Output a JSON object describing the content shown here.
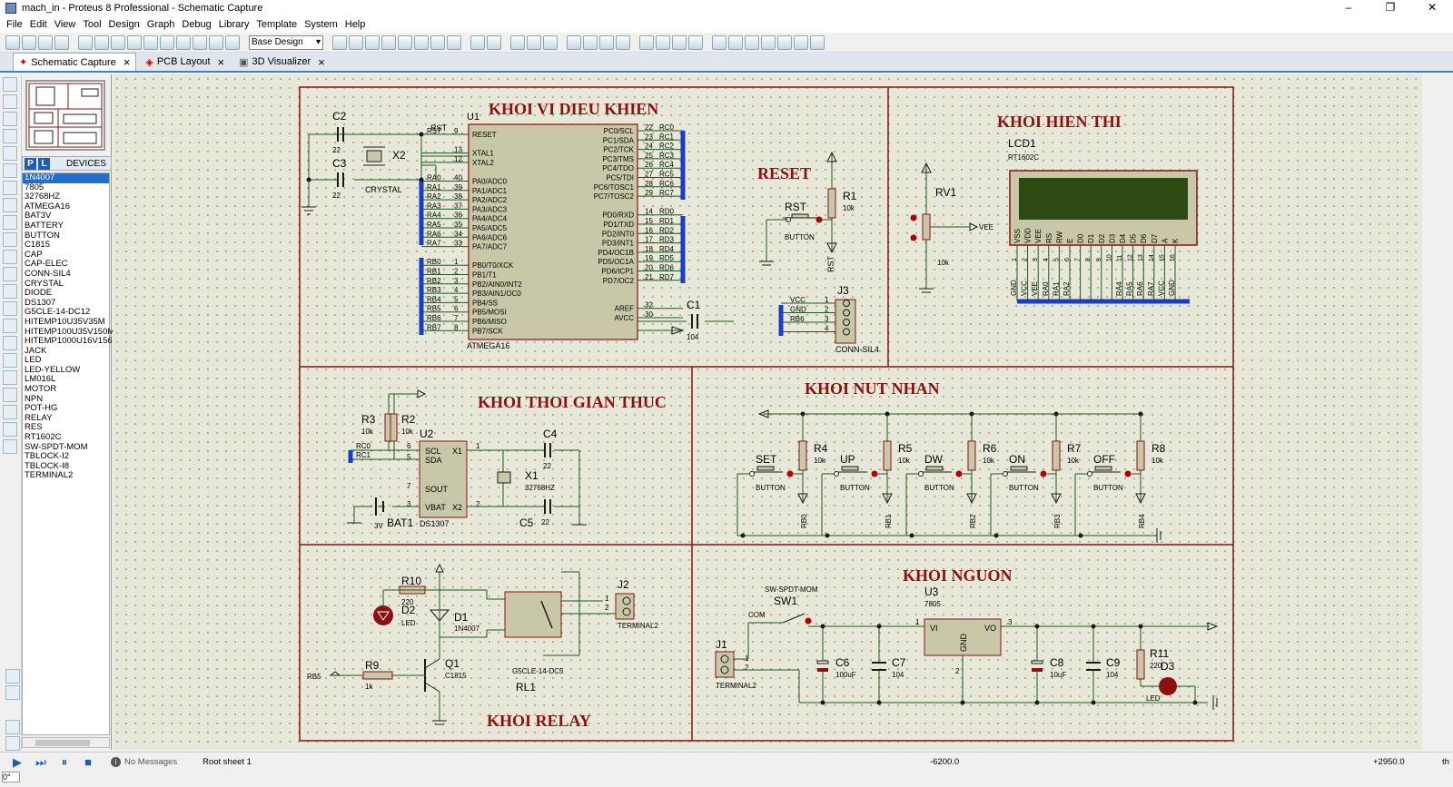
{
  "window": {
    "title": "mach_in - Proteus 8 Professional - Schematic Capture",
    "min": "–",
    "max": "❐",
    "close": "✕"
  },
  "menu": [
    "File",
    "Edit",
    "View",
    "Tool",
    "Design",
    "Graph",
    "Debug",
    "Library",
    "Template",
    "System",
    "Help"
  ],
  "toolbar": {
    "design_select": "Base Design"
  },
  "tabs": [
    {
      "label": "Schematic Capture"
    },
    {
      "label": "PCB Layout"
    },
    {
      "label": "3D Visualizer"
    }
  ],
  "devices": {
    "pick": "P",
    "lib": "L",
    "header": "DEVICES",
    "selected": "1N4007",
    "items": [
      "1N4007",
      "7805",
      "32768HZ",
      "ATMEGA16",
      "BAT3V",
      "BATTERY",
      "BUTTON",
      "C1815",
      "CAP",
      "CAP-ELEC",
      "CONN-SIL4",
      "CRYSTAL",
      "DIODE",
      "DS1307",
      "G5CLE-14-DC12",
      "HITEMP10U35V35M",
      "HITEMP100U35V150M",
      "HITEMP1000U16V156",
      "JACK",
      "LED",
      "LED-YELLOW",
      "LM016L",
      "MOTOR",
      "NPN",
      "POT-HG",
      "RELAY",
      "RES",
      "RT1602C",
      "SW-SPDT-MOM",
      "TBLOCK-I2",
      "TBLOCK-I8",
      "TERMINAL2"
    ]
  },
  "rotation": "0°",
  "schematic": {
    "blocks": {
      "mcu": "KHOI VI DIEU KHIEN",
      "display": "KHOI HIEN THI",
      "reset": "RESET",
      "rtc": "KHOI THOI GIAN THUC",
      "buttons": "KHOI NUT NHAN",
      "relay": "KHOI RELAY",
      "power": "KHOI NGUON"
    },
    "mcu": {
      "ref": "U1",
      "part": "ATMEGA16",
      "c2": "C2",
      "c3": "C3",
      "c2v": "22",
      "c3v": "22",
      "x2": "X2",
      "crystal": "CRYSTAL",
      "rst": "RST",
      "c1": "C1",
      "c1v": "104",
      "left_pins": [
        "RESET",
        "",
        "XTAL1",
        "XTAL2",
        "",
        "PA0/ADC0",
        "PA1/ADC1",
        "PA2/ADC2",
        "PA3/ADC3",
        "PA4/ADC4",
        "PA5/ADC5",
        "PA6/ADC6",
        "PA7/ADC7",
        "",
        "PB0/T0/XCK",
        "PB1/T1",
        "PB2/AIN0/INT2",
        "PB3/AIN1/OC0",
        "PB4/SS",
        "PB5/MOSI",
        "PB6/MISO",
        "PB7/SCK"
      ],
      "left_nums": [
        "9",
        "",
        "13",
        "12",
        "",
        "40",
        "39",
        "38",
        "37",
        "36",
        "35",
        "34",
        "33",
        "",
        "1",
        "2",
        "3",
        "4",
        "5",
        "6",
        "7",
        "8"
      ],
      "left_nets": [
        "RST",
        "",
        "",
        "",
        "",
        "RA0",
        "RA1",
        "RA2",
        "RA3",
        "RA4",
        "RA5",
        "RA6",
        "RA7",
        "",
        "RB0",
        "RB1",
        "RB2",
        "RB3",
        "RB4",
        "RB5",
        "RB6",
        "RB7"
      ],
      "right_pins": [
        "PC0/SCL",
        "PC1/SDA",
        "PC2/TCK",
        "PC3/TMS",
        "PC4/TDO",
        "PC5/TDI",
        "PC6/TOSC1",
        "PC7/TOSC2",
        "",
        "PD0/RXD",
        "PD1/TXD",
        "PD2/INT0",
        "PD3/INT1",
        "PD4/OC1B",
        "PD5/OC1A",
        "PD6/ICP1",
        "PD7/OC2",
        "",
        "",
        "AREF",
        "AVCC"
      ],
      "right_nums": [
        "22",
        "23",
        "24",
        "25",
        "26",
        "27",
        "28",
        "29",
        "",
        "14",
        "15",
        "16",
        "17",
        "18",
        "19",
        "20",
        "21",
        "",
        "",
        "32",
        "30"
      ],
      "right_nets": [
        "RC0",
        "RC1",
        "RC2",
        "RC3",
        "RC4",
        "RC5",
        "RC6",
        "RC7",
        "",
        "RD0",
        "RD1",
        "RD2",
        "RD3",
        "RD4",
        "RD5",
        "RD6",
        "RD7",
        "",
        "",
        "",
        ""
      ]
    },
    "reset": {
      "r1": "R1",
      "r1v": "10k",
      "btn": "RST",
      "btntype": "BUTTON",
      "net": "RST"
    },
    "j3": {
      "ref": "J3",
      "part": "CONN-SIL4",
      "nets": [
        "VCC",
        "GND",
        "RB6",
        ""
      ],
      "nums": [
        "1",
        "2",
        "3",
        "4"
      ]
    },
    "display": {
      "rv1": "RV1",
      "rv1v": "10k",
      "vee": "VEE",
      "lcd": "LCD1",
      "lcdpart": "RT1602C",
      "pins": [
        "VSS",
        "VDD",
        "VEE",
        "RS",
        "RW",
        "E",
        "D0",
        "D1",
        "D2",
        "D3",
        "D4",
        "D5",
        "D6",
        "D7",
        "A",
        "K"
      ],
      "nums": [
        "1",
        "2",
        "3",
        "4",
        "5",
        "6",
        "7",
        "8",
        "9",
        "10",
        "11",
        "12",
        "13",
        "14",
        "15",
        "16"
      ],
      "nets": [
        "GND",
        "VCC",
        "VEE",
        "RA0",
        "RA1",
        "RA2",
        "",
        "",
        "",
        "",
        "RA4",
        "RA5",
        "RA6",
        "RA7",
        "VCC",
        "GND"
      ]
    },
    "rtc": {
      "r3": "R3",
      "r3v": "10k",
      "r2": "R2",
      "r2v": "10k",
      "u2": "U2",
      "u2part": "DS1307",
      "scl": "SCL",
      "sda": "SDA",
      "sout": "SOUT",
      "vbat": "VBAT",
      "x1p": "X1",
      "x2p": "X2",
      "rc0": "RC0",
      "rc1": "RC1",
      "c4": "C4",
      "c4v": "22",
      "c5": "C5",
      "c5v": "22",
      "x1": "X1",
      "x1v": "32768HZ",
      "bat": "BAT1",
      "batv": "3V",
      "p6": "6",
      "p5": "5",
      "p7": "7",
      "p3": "3",
      "p1": "1",
      "p2": "2"
    },
    "buttons": [
      {
        "name": "SET",
        "r": "R4",
        "net": "RB0"
      },
      {
        "name": "UP",
        "r": "R5",
        "net": "RB1"
      },
      {
        "name": "DW",
        "r": "R6",
        "net": "RB2"
      },
      {
        "name": "ON",
        "r": "R7",
        "net": "RB3"
      },
      {
        "name": "OFF",
        "r": "R8",
        "net": "RB4"
      }
    ],
    "btn_common": {
      "rv": "10k",
      "type": "BUTTON"
    },
    "relay": {
      "r10": "R10",
      "r10v": "220",
      "d2": "D2",
      "d2t": "LED",
      "d1": "D1",
      "d1t": "1N4007",
      "r9": "R9",
      "r9v": "1k",
      "q1": "Q1",
      "q1t": "C1815",
      "rb5": "RB5",
      "rl": "RL1",
      "rlt": "G5CLE-14-DC5",
      "j2": "J2",
      "j2t": "TERMINAL2",
      "p1": "1",
      "p2": "2"
    },
    "power": {
      "sw": "SW1",
      "swt": "SW-SPDT-MOM",
      "com": "COM",
      "j1": "J1",
      "j1t": "TERMINAL2",
      "u3": "U3",
      "u3t": "7805",
      "vi": "VI",
      "vo": "VO",
      "gnd": "GND",
      "c6": "C6",
      "c6v": "100uF",
      "c7": "C7",
      "c7v": "104",
      "c8": "C8",
      "c8v": "10uF",
      "c9": "C9",
      "c9v": "104",
      "r11": "R11",
      "r11v": "220",
      "d3": "D3",
      "d3t": "LED",
      "n1": "1",
      "n2": "2",
      "n3": "3"
    }
  },
  "status": {
    "messages": "No Messages",
    "sheet": "Root sheet 1",
    "x": "-6200.0",
    "y": "+2950.0",
    "unit": "th"
  },
  "colors": {
    "wire": "#1a5a1a",
    "border": "#8b1111",
    "bus": "#1a3cc8",
    "part": "#c8c8a8",
    "lcd": "#2d4a12"
  }
}
